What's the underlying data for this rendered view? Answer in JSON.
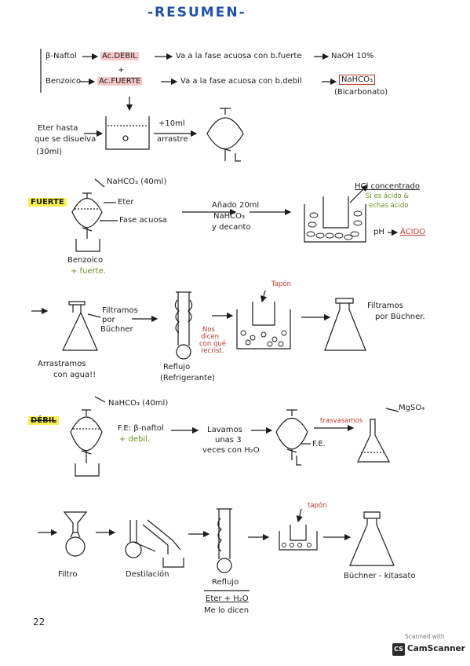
{
  "title": "-RESUMEN-",
  "intro": {
    "naftol": "β-Naftol",
    "acid_weak": "Ac.DEBIL",
    "goes_weak": "Va a la fase acuosa con b.fuerte",
    "naoh": "NaOH 10%",
    "plus": "+",
    "benzoico": "Benzoico",
    "acid_strong": "Ac.FUERTE",
    "goes_strong": "Va a la fase acuosa con b.debil",
    "nahco3": "NaHCO₃",
    "bicarbonato": "(Bicarbonato)"
  },
  "step1": {
    "eter_l1": "Eter hasta",
    "eter_l2": "que se disuelva",
    "eter_l3": "(30ml)",
    "ml10": "+10ml",
    "arrastre": "arrastre"
  },
  "fuerte": {
    "tag": "FUERTE",
    "nahco3_40": "NaHCO₃ (40ml)",
    "eter": "Eter",
    "fase_acuosa": "Fase acuosa",
    "anado_l1": "Añado 20ml",
    "anado_l2": "NaHCO₃",
    "anado_l3": "y decanto",
    "hcl": "HCl concentrado",
    "hcl_note_l1": "Si es ácido &",
    "hcl_note_l2": "echas ácido",
    "ph": "pH",
    "ph_value": "ÁCIDO",
    "benzoico_l1": "Benzoico",
    "benzoico_l2": "+ fuerte."
  },
  "row3": {
    "filtramos_l1": "Filtramos",
    "filtramos_l2": "por",
    "filtramos_l3": "Büchner",
    "nos_l1": "Nos",
    "nos_l2": "dicen",
    "nos_l3": "con qué",
    "nos_l4": "recrist.",
    "tapon": "Tapón",
    "filtramos2_l1": "Filtramos",
    "filtramos2_l2": "por Büchner.",
    "arrastramos_l1": "Arrastramos",
    "arrastramos_l2": "con agua!!",
    "reflujo_l1": "Reflujo",
    "reflujo_l2": "(Refrigerante)"
  },
  "debil": {
    "tag": "DÉBIL",
    "nahco3_40": "NaHCO₃ (40ml)",
    "fe_l1": "F.E: β-naftol",
    "fe_l2": "+ debil.",
    "lavamos_l1": "Lavamos",
    "lavamos_l2": "unas 3",
    "lavamos_l3": "veces con H₂O",
    "fe_short": "F.E.",
    "trasvasamos": "trasvasamos",
    "mgso4": "MgSO₄"
  },
  "row5": {
    "tapon": "tapón",
    "filtro": "Filtro",
    "destilacion": "Destilación",
    "reflujo": "Reflujo",
    "eter_h2o": "Eter + H₂O",
    "me_lo_dicen": "Me lo dicen",
    "buchner": "Büchner - kitasato"
  },
  "page_number": "22",
  "scanner": {
    "scanned_with": "Scanned with",
    "logo": "CS",
    "brand": "CamScanner"
  },
  "colors": {
    "title": "#1f4fa8",
    "highlight_pink": "#f6c9c9",
    "highlight_yellow": "#f7ef4e",
    "accent_red": "#c0392b",
    "note_green": "#6b8f1f"
  }
}
